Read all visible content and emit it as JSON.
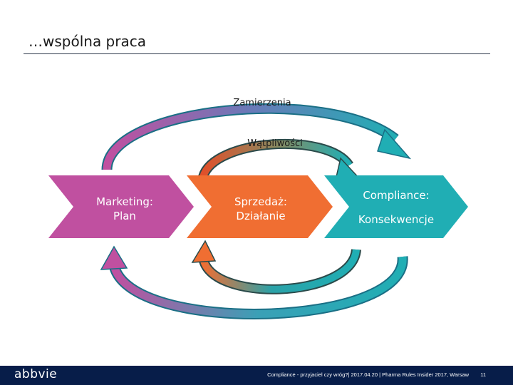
{
  "slide": {
    "title": "…wspólna praca"
  },
  "diagram": {
    "outer_top_label": "Zamierzenia",
    "inner_top_label": "Wątpliwości",
    "boxes": [
      {
        "line1": "Marketing:",
        "line2": "Plan",
        "color": "#c050a0"
      },
      {
        "line1": "Sprzedaż:",
        "line2": "Działanie",
        "color": "#f06e32"
      },
      {
        "line1": "Compliance:",
        "line2": "Konsekwencje",
        "color": "#20aeb4"
      }
    ]
  },
  "footer": {
    "logo": "abbvie",
    "text": "Compliance - przyjaciel czy wróg?| 2017.04.20 | Pharma Rules Insider 2017, Warsaw",
    "page": "11"
  }
}
